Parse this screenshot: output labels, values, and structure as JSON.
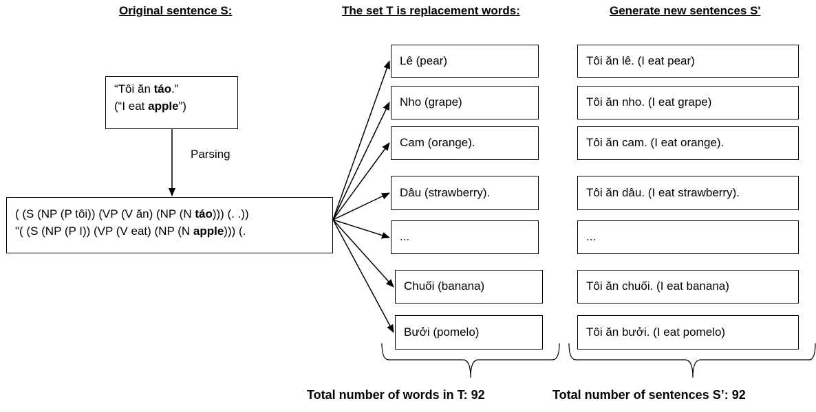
{
  "headers": {
    "original": "Original sentence S:",
    "set_t": "The set T is replacement words:",
    "generate": "Generate new sentences S'"
  },
  "source_box": {
    "line1_pre": "“Tôi ăn ",
    "line1_bold": "táo",
    "line1_post": ".”",
    "line2_pre": "(“I eat ",
    "line2_bold": "apple",
    "line2_post": "”)"
  },
  "parsing_label": "Parsing",
  "parse_box": {
    "line1_pre": "( (S (NP (P tôi)) (VP (V ăn) (NP (N ",
    "line1_bold": "táo",
    "line1_post": "))) (. .))",
    "line2_pre": "\"( (S (NP (P I)) (VP (V eat) (NP (N ",
    "line2_bold": "apple",
    "line2_post": "))) (."
  },
  "words": [
    "Lê (pear)",
    "Nho (grape)",
    "Cam (orange).",
    "Dâu (strawberry).",
    "...",
    "Chuối (banana)",
    "Bưởi (pomelo)"
  ],
  "sentences": [
    "Tôi ăn lê. (I eat pear)",
    "Tôi ăn nho. (I eat grape)",
    "Tôi ăn cam. (I eat orange).",
    "Tôi ăn dâu. (I eat strawberry).",
    "...",
    "Tôi ăn chuối. (I eat banana)",
    "Tôi ăn bưởi. (I eat pomelo)"
  ],
  "footer": {
    "words_total": "Total number of words in T: 92",
    "sentences_total": "Total number of sentences S’: 92"
  }
}
